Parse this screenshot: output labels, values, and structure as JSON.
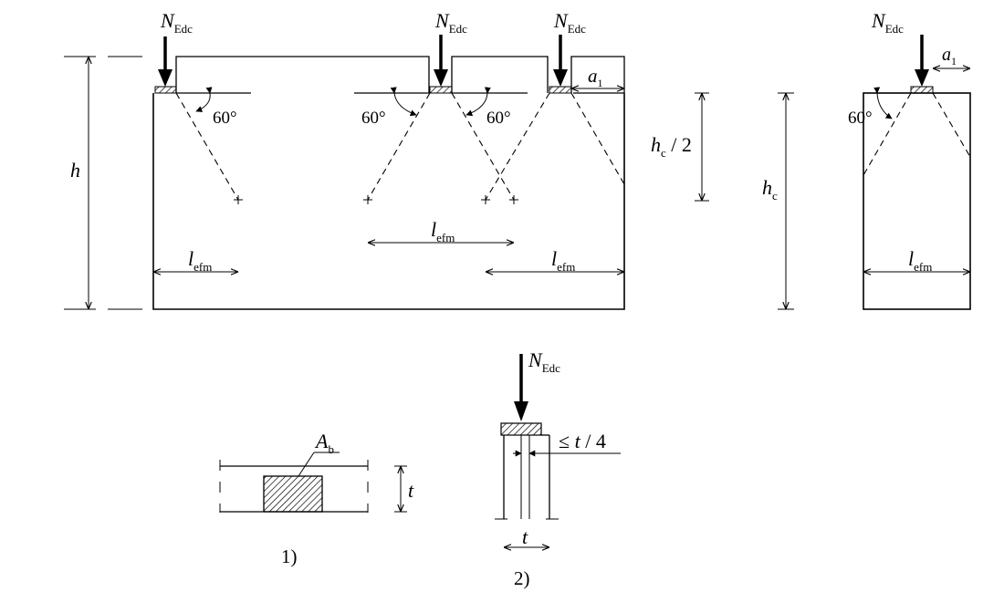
{
  "labels": {
    "force_symbol": "N",
    "force_sub": "Edc",
    "height": "h",
    "hc": "h",
    "hc_sub": "c",
    "half": " / 2",
    "a": "a",
    "a_sub": "1",
    "lefm": "l",
    "lefm_sub": "efm",
    "angle": "60°",
    "ab": "A",
    "ab_sub": "b",
    "t": "t",
    "le_t4_prefix": "≤ ",
    "le_t4_t": "t",
    "le_t4_suffix": " / 4",
    "fig1": "1)",
    "fig2": "2)"
  }
}
